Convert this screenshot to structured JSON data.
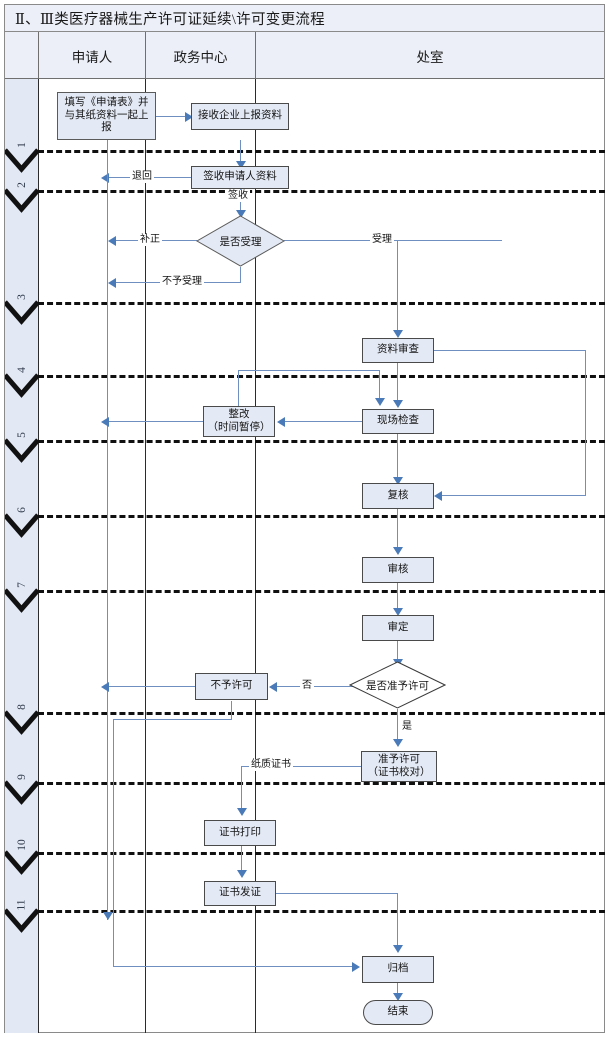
{
  "title": "Ⅱ、Ⅲ类医疗器械生产许可证延续\\许可变更流程",
  "header": {
    "columns": [
      {
        "key": "step-no",
        "label": ""
      },
      {
        "key": "applicant",
        "label": "申请人"
      },
      {
        "key": "gov-center",
        "label": "政务中心"
      },
      {
        "key": "department",
        "label": "处室"
      }
    ]
  },
  "step_numbers": [
    "1",
    "2",
    "3",
    "4",
    "5",
    "6",
    "7",
    "8",
    "9",
    "10",
    "11"
  ],
  "nodes": [
    {
      "id": "n1",
      "label": "填写《申请表》并\n与其纸资料一起上\n报",
      "lane": "applicant",
      "shape": "rect"
    },
    {
      "id": "n2",
      "label": "接收企业上报资料",
      "lane": "gov-center",
      "shape": "rect"
    },
    {
      "id": "n3",
      "label": "签收申请人资料",
      "lane": "gov-center",
      "shape": "rect"
    },
    {
      "id": "d1",
      "label": "是否受理",
      "lane": "gov-center",
      "shape": "diamond"
    },
    {
      "id": "n4",
      "label": "资料审查",
      "lane": "department",
      "shape": "rect"
    },
    {
      "id": "n5",
      "label": "整改\n（时间暂停）",
      "lane": "gov-center",
      "shape": "rect"
    },
    {
      "id": "n6",
      "label": "现场检查",
      "lane": "department",
      "shape": "rect"
    },
    {
      "id": "n7",
      "label": "复核",
      "lane": "department",
      "shape": "rect"
    },
    {
      "id": "n8",
      "label": "审核",
      "lane": "department",
      "shape": "rect"
    },
    {
      "id": "n9",
      "label": "审定",
      "lane": "department",
      "shape": "rect"
    },
    {
      "id": "d2",
      "label": "是否准予许可",
      "lane": "department",
      "shape": "diamond"
    },
    {
      "id": "n10",
      "label": "不予许可",
      "lane": "gov-center",
      "shape": "rect"
    },
    {
      "id": "n11",
      "label": "准予许可\n（证书校对）",
      "lane": "department",
      "shape": "rect"
    },
    {
      "id": "n12",
      "label": "证书打印",
      "lane": "gov-center",
      "shape": "rect"
    },
    {
      "id": "n13",
      "label": "证书发证",
      "lane": "gov-center",
      "shape": "rect"
    },
    {
      "id": "n14",
      "label": "归档",
      "lane": "department",
      "shape": "rect"
    },
    {
      "id": "n15",
      "label": "结束",
      "lane": "department",
      "shape": "rounded"
    }
  ],
  "edge_labels": [
    {
      "id": "e-tuihui",
      "text": "退回"
    },
    {
      "id": "e-qianshou",
      "text": "签收"
    },
    {
      "id": "e-buzheng",
      "text": "补正"
    },
    {
      "id": "e-shouli",
      "text": "受理"
    },
    {
      "id": "e-buyushouli",
      "text": "不予受理"
    },
    {
      "id": "e-fou",
      "text": "否"
    },
    {
      "id": "e-shi",
      "text": "是"
    },
    {
      "id": "e-zhizhi",
      "text": "纸质证书"
    }
  ],
  "colors": {
    "node_fill": "#e4eaf5",
    "node_border": "#5a5a5a",
    "connector": "#6f8fc0",
    "arrow": "#4a7ab8",
    "header_fill": "#eceff7",
    "strip_fill": "#e2e8f4",
    "separator": "#101010"
  }
}
